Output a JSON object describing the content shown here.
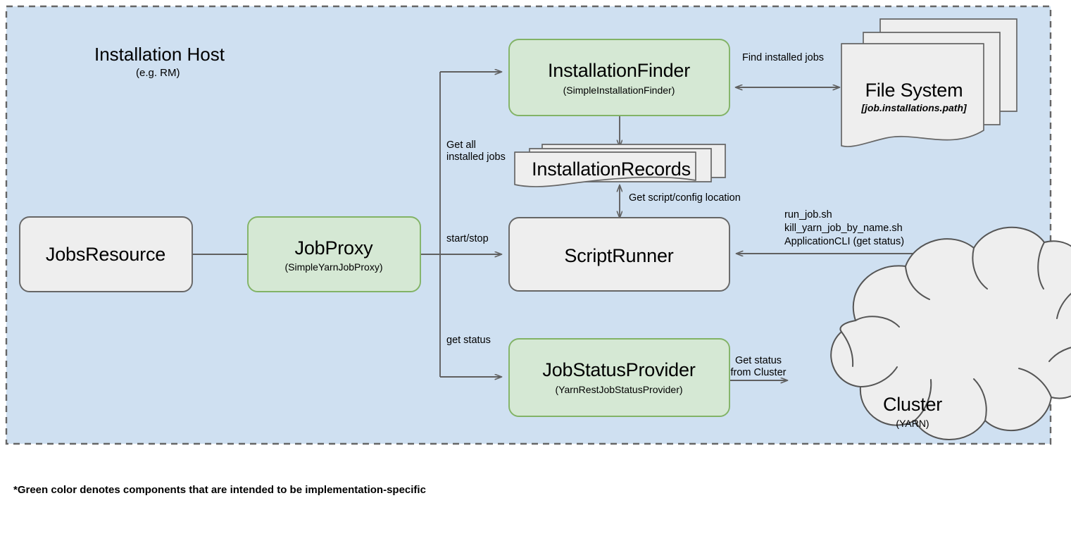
{
  "diagram": {
    "zone": {
      "title": "Installation Host",
      "subtitle": "(e.g. RM)",
      "fill": "#cfe0f1",
      "border": "#666666",
      "border_style": "dashed"
    },
    "footnote": "*Green color denotes components that are intended to be implementation-specific",
    "colors": {
      "green_fill": "#d5e8d4",
      "green_stroke": "#82b366",
      "gray_fill": "#eeeeee",
      "gray_stroke": "#666666",
      "background": "#ffffff",
      "zone_fill": "#cfe0f1",
      "edge": "#606060",
      "text": "#000000"
    },
    "nodes": [
      {
        "id": "jobs-resource",
        "title": "JobsResource",
        "subtitle": "",
        "shape": "rounded-rect",
        "style": "gray"
      },
      {
        "id": "job-proxy",
        "title": "JobProxy",
        "subtitle": "(SimpleYarnJobProxy)",
        "shape": "rounded-rect",
        "style": "green"
      },
      {
        "id": "installation-finder",
        "title": "InstallationFinder",
        "subtitle": "(SimpleInstallationFinder)",
        "shape": "rounded-rect",
        "style": "green"
      },
      {
        "id": "installation-records",
        "title": "InstallationRecords",
        "subtitle": "",
        "shape": "stacked-document",
        "style": "gray"
      },
      {
        "id": "script-runner",
        "title": "ScriptRunner",
        "subtitle": "",
        "shape": "rounded-rect",
        "style": "gray"
      },
      {
        "id": "job-status-provider",
        "title": "JobStatusProvider",
        "subtitle": "(YarnRestJobStatusProvider)",
        "shape": "rounded-rect",
        "style": "green"
      },
      {
        "id": "file-system",
        "title": "File System",
        "subtitle": "[job.installations.path]",
        "shape": "stacked-document",
        "style": "gray"
      },
      {
        "id": "cluster",
        "title": "Cluster",
        "subtitle": "(YARN)",
        "shape": "cloud",
        "style": "gray"
      }
    ],
    "edges": [
      {
        "id": "proxy-to-finder",
        "label": "Get all\ninstalled jobs",
        "from": "job-proxy",
        "to": "installation-finder",
        "arrow": "single"
      },
      {
        "id": "proxy-to-scriptrunner",
        "label": "start/stop",
        "from": "job-proxy",
        "to": "script-runner",
        "arrow": "single"
      },
      {
        "id": "proxy-to-statusprovider",
        "label": "get status",
        "from": "job-proxy",
        "to": "job-status-provider",
        "arrow": "single"
      },
      {
        "id": "finder-to-filesystem",
        "label": "Find installed jobs",
        "from": "installation-finder",
        "to": "file-system",
        "arrow": "double"
      },
      {
        "id": "finder-to-records",
        "label": "",
        "from": "installation-finder",
        "to": "installation-records",
        "arrow": "single"
      },
      {
        "id": "records-to-scriptrunner",
        "label": "Get script/config location",
        "from": "installation-records",
        "to": "script-runner",
        "arrow": "double"
      },
      {
        "id": "cluster-to-scriptrunner",
        "label": "run_job.sh\nkill_yarn_job_by_name.sh\nApplicationCLI (get status)",
        "from": "cluster",
        "to": "script-runner",
        "arrow": "single"
      },
      {
        "id": "statusprovider-to-cluster",
        "label": "Get status\nfrom Cluster",
        "from": "job-status-provider",
        "to": "cluster",
        "arrow": "single"
      },
      {
        "id": "jobsresource-to-proxy",
        "label": "",
        "from": "jobs-resource",
        "to": "job-proxy",
        "arrow": "none"
      }
    ],
    "edge_labels": {
      "get_all_installed_jobs_l1": "Get all",
      "get_all_installed_jobs_l2": "installed jobs",
      "start_stop": "start/stop",
      "get_status": "get status",
      "find_installed_jobs": "Find installed jobs",
      "get_script_config_location": "Get script/config location",
      "run_job_sh": "run_job.sh",
      "kill_yarn_job_by_name_sh": "kill_yarn_job_by_name.sh",
      "application_cli": "ApplicationCLI (get status)",
      "get_status_from_cluster_l1": "Get status",
      "get_status_from_cluster_l2": "from Cluster"
    }
  }
}
